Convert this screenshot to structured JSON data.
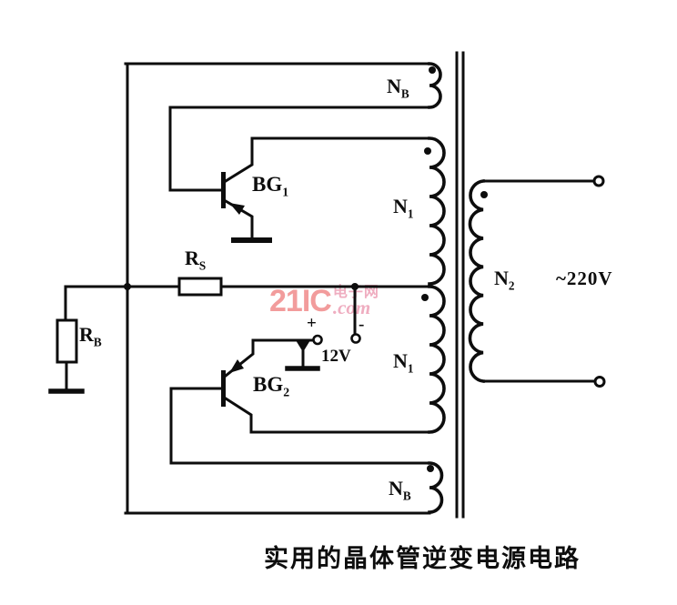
{
  "diagram": {
    "caption": "实用的晶体管逆变电源电路",
    "labels": {
      "winding_feedback_top": {
        "main": "N",
        "sub": "B"
      },
      "winding_primary_top": {
        "main": "N",
        "sub": "1"
      },
      "winding_primary_bottom": {
        "main": "N",
        "sub": "1"
      },
      "winding_feedback_bottom": {
        "main": "N",
        "sub": "B"
      },
      "winding_secondary": {
        "main": "N",
        "sub": "2"
      },
      "transistor_1": {
        "main": "BG",
        "sub": "1"
      },
      "transistor_2": {
        "main": "BG",
        "sub": "2"
      },
      "resistor_s": {
        "main": "R",
        "sub": "S"
      },
      "resistor_b": {
        "main": "R",
        "sub": "B"
      },
      "battery_voltage": "12V",
      "battery_plus": "+",
      "battery_minus": "-",
      "output_voltage": "~220V"
    },
    "watermark": {
      "brand": "21IC",
      "site_cn": "电子网",
      "domain": ".com"
    },
    "colors": {
      "ink": "#0d0d0d",
      "background": "#ffffff",
      "watermark_brand": "#f29c9c",
      "watermark_accent": "#efadc0"
    }
  }
}
